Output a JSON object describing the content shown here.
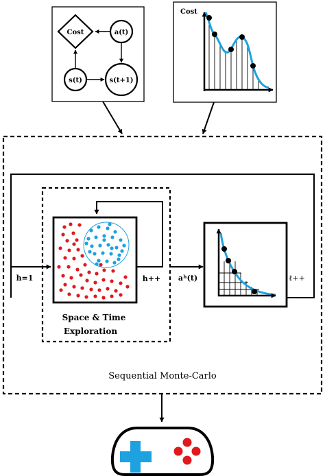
{
  "mdp_box": {
    "cost_label": "Cost",
    "action_label": "a(t)",
    "state_label": "s(t)",
    "next_state_label": "s(t+1)"
  },
  "cost_plot_box": {
    "axis_label": "Cost"
  },
  "smc_box": {
    "title": "Sequential Monte-Carlo",
    "outer_loop_label": "ℓ++",
    "init_label": "h=1",
    "inner_increment_label": "h++",
    "action_sample_label": "aʰ(t)",
    "exploration_title_line1": "Space & Time",
    "exploration_title_line2": "Exploration"
  },
  "colors": {
    "red_particles": "#e0191d",
    "blue_particles": "#1ea1df",
    "curve": "#1ea1df",
    "line": "#000000"
  },
  "icons": {
    "controller": "gamepad-icon"
  }
}
